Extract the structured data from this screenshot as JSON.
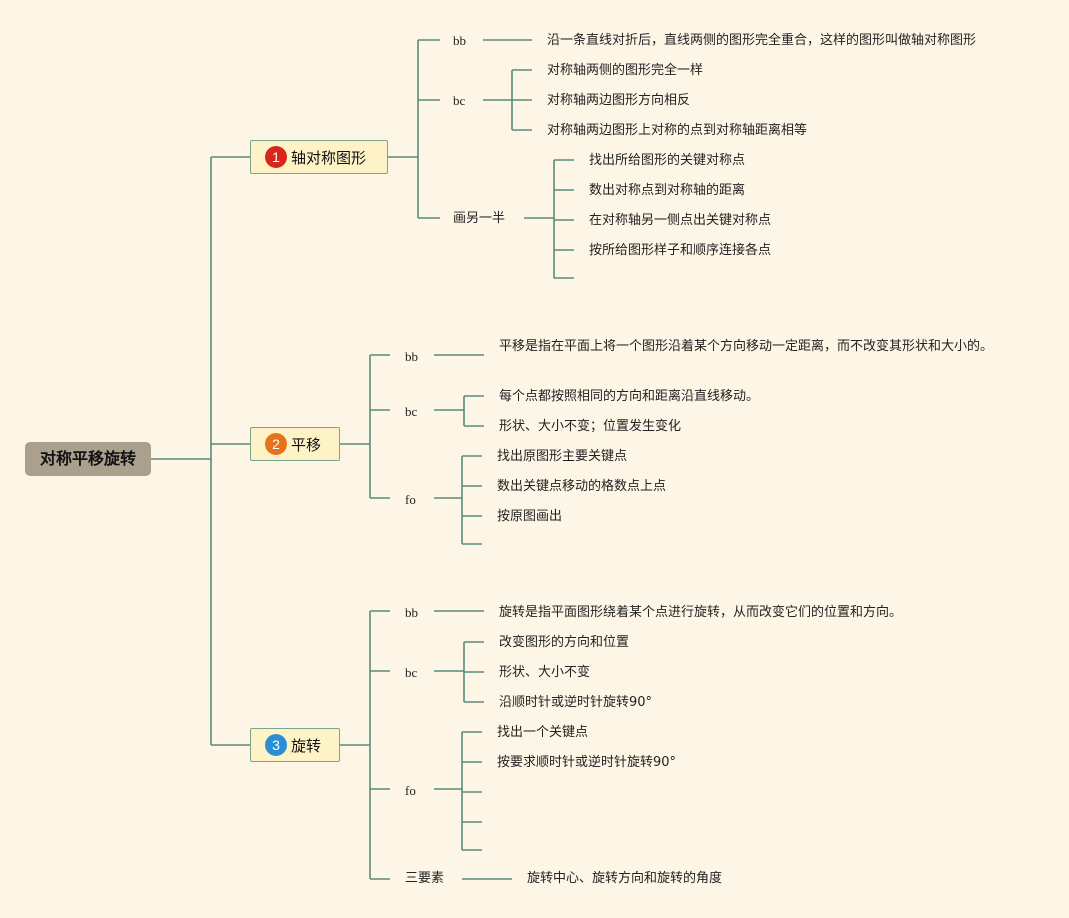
{
  "root": "对称平移旋转",
  "colors": {
    "line": "#5a8a7a",
    "badge1": "#d9261c",
    "badge2": "#e8711c",
    "badge3": "#2c8fd6"
  },
  "topics": [
    {
      "num": "1",
      "label": "轴对称图形",
      "subs": [
        {
          "label": "bb",
          "items": [
            "沿一条直线对折后，直线两侧的图形完全重合，这样的图形叫做轴对称图形"
          ]
        },
        {
          "label": "bc",
          "items": [
            "对称轴两侧的图形完全一样",
            "对称轴两边图形方向相反",
            "对称轴两边图形上对称的点到对称轴距离相等"
          ]
        },
        {
          "label": "画另一半",
          "items": [
            "找出所给图形的关键对称点",
            "数出对称点到对称轴的距离",
            "在对称轴另一侧点出关键对称点",
            "按所给图形样子和顺序连接各点",
            ""
          ]
        }
      ]
    },
    {
      "num": "2",
      "label": "平移",
      "subs": [
        {
          "label": "bb",
          "items": [
            "平移是指在平面上将一个图形沿着某个方向移动一定距离，而不改变其形状和大小的。"
          ]
        },
        {
          "label": "bc",
          "items": [
            "每个点都按照相同的方向和距离沿直线移动。",
            "形状、大小不变；位置发生变化"
          ]
        },
        {
          "label": "fo",
          "items": [
            "找出原图形主要关键点",
            "数出关键点移动的格数点上点",
            "按原图画出",
            ""
          ]
        }
      ]
    },
    {
      "num": "3",
      "label": "旋转",
      "subs": [
        {
          "label": "bb",
          "items": [
            "旋转是指平面图形绕着某个点进行旋转，从而改变它们的位置和方向。"
          ]
        },
        {
          "label": "bc",
          "items": [
            "改变图形的方向和位置",
            "形状、大小不变",
            "沿顺时针或逆时针旋转90°"
          ]
        },
        {
          "label": "fo",
          "items": [
            "找出一个关键点",
            "按要求顺时针或逆时针旋转90°",
            "",
            "",
            ""
          ]
        },
        {
          "label": "三要素",
          "items": [
            "旋转中心、旋转方向和旋转的角度"
          ]
        }
      ]
    }
  ]
}
